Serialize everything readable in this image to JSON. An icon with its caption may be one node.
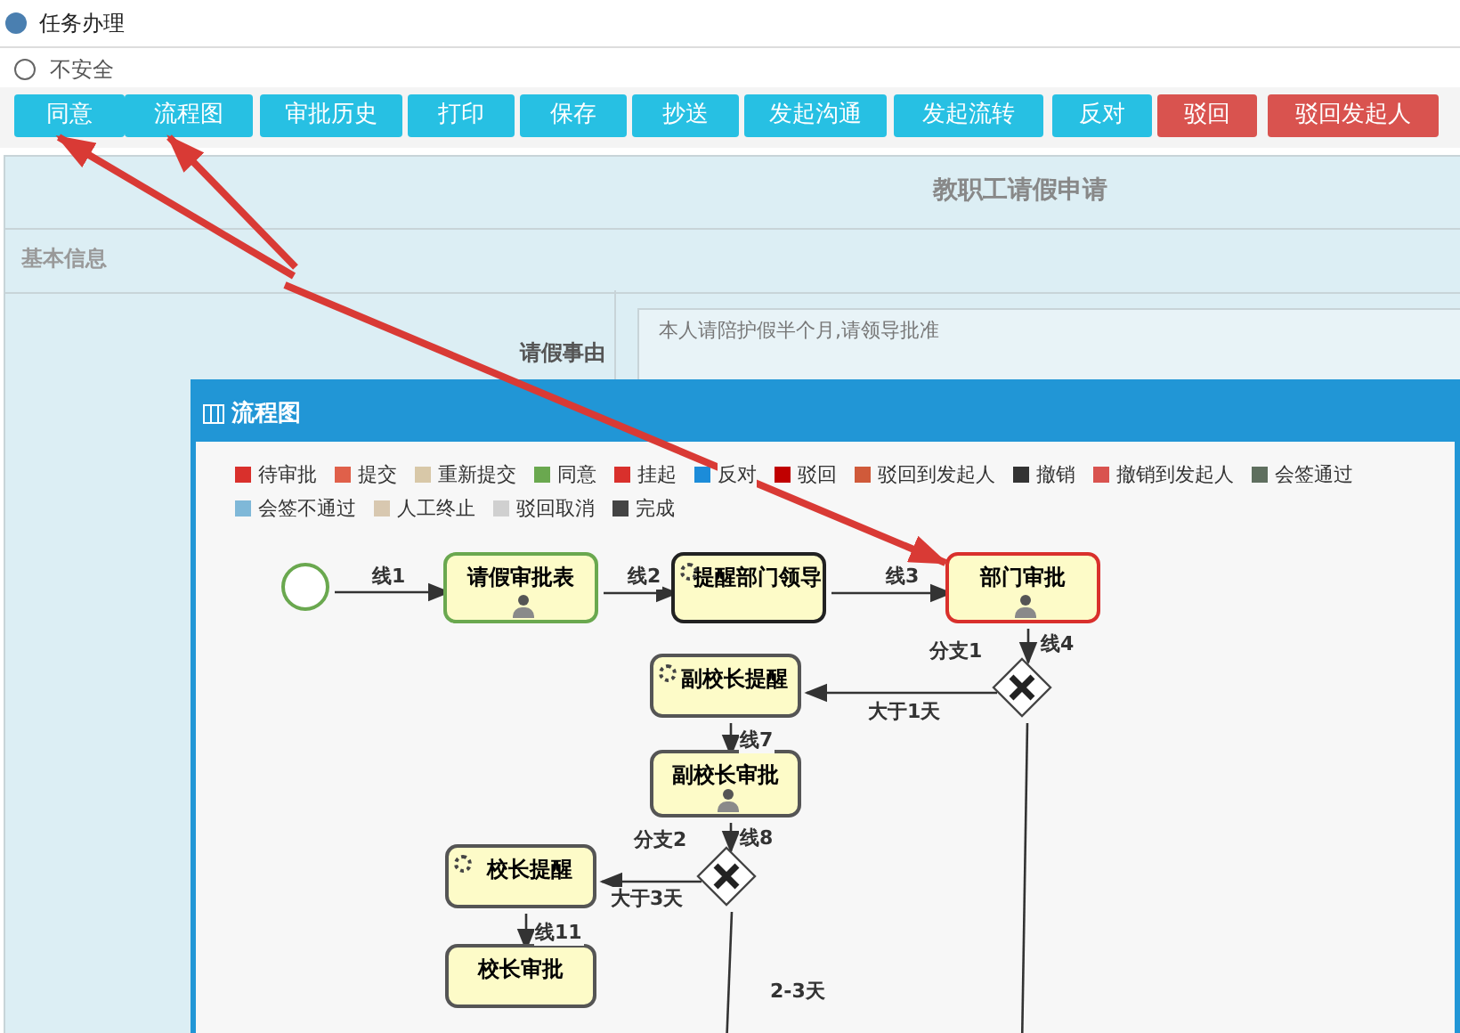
{
  "diagram": {
    "nodes": [
      {
        "text": [
          "同意"
        ]
      },
      {
        "text": [
          "流程图"
        ]
      },
      {
        "text": [
          "审批历史"
        ]
      },
      {
        "text": [
          "打印"
        ]
      },
      {
        "text": [
          "保存"
        ]
      },
      {
        "text": [
          "抄送"
        ]
      },
      {
        "text": [
          "发起沟通"
        ]
      },
      {
        "text": [
          "发起流转"
        ]
      },
      {
        "text": [
          "反对"
        ]
      },
      {
        "text": [
          "驳回"
        ]
      },
      {
        "text": [
          "驳回发起人"
        ]
      },
      {
        "text": [
          "流程图"
        ]
      },
      {
        "text": [],
        "shape": "circle",
        "in": 11
      },
      {
        "text": [
          "请假审批表"
        ],
        "in": 11
      },
      {
        "text": [
          "提醒部门领导"
        ],
        "in": 11
      },
      {
        "text": [
          "部门审批"
        ],
        "in": 11
      },
      {
        "text": [],
        "shape": "diamond",
        "beside": [
          "分支1"
        ],
        "in": 11
      },
      {
        "text": [
          "副校长提醒"
        ],
        "in": 11
      },
      {
        "text": [
          "副校长审批"
        ],
        "in": 11
      },
      {
        "text": [],
        "shape": "diamond",
        "beside": [
          "分支2"
        ],
        "in": 11
      },
      {
        "text": [
          "校长提醒"
        ],
        "in": 11
      },
      {
        "text": [
          "校长审批"
        ],
        "in": 11
      }
    ],
    "edges": [
      {
        "from": 12,
        "to": 13,
        "arrow": "to",
        "label": "线1"
      },
      {
        "from": 13,
        "to": 14,
        "arrow": "to",
        "label": "线2"
      },
      {
        "from": 14,
        "to": 15,
        "arrow": "to",
        "label": "线3"
      },
      {
        "from": 15,
        "to": 16,
        "arrow": "to",
        "label": "线4"
      },
      {
        "from": 16,
        "to": 17,
        "arrow": "to",
        "label": "大于1天"
      },
      {
        "from": 17,
        "to": 18,
        "arrow": "to",
        "label": "线7"
      },
      {
        "from": 18,
        "to": 19,
        "arrow": "to",
        "label": "线8"
      },
      {
        "from": 19,
        "to": 20,
        "arrow": "to",
        "label": "大于3天"
      },
      {
        "from": 20,
        "to": 21,
        "arrow": "to",
        "label": "线11"
      },
      {
        "from": 19,
        "to": null,
        "arrow": "none",
        "label": "2-3天"
      },
      {
        "from": 16,
        "to": null,
        "arrow": "none"
      },
      {
        "from": null,
        "to": 0,
        "arrow": "to",
        "style": "thick",
        "color": "#d93a35"
      },
      {
        "from": null,
        "to": 1,
        "arrow": "to",
        "style": "thick",
        "color": "#d93a35"
      },
      {
        "from": null,
        "to": 15,
        "arrow": "to",
        "style": "thick",
        "color": "#d93a35"
      }
    ],
    "labels": [
      "任务办理",
      "不安全",
      "教职工请假申请",
      "基本信息",
      "请假事由",
      "本人请陪护假半个月,请领导批准"
    ],
    "legend": [
      {
        "text": "待审批",
        "color": "#d9302c"
      },
      {
        "text": "提交",
        "color": "#e0604a"
      },
      {
        "text": "重新提交",
        "color": "#d8c8a8"
      },
      {
        "text": "同意",
        "color": "#6aa84f"
      },
      {
        "text": "挂起",
        "color": "#d9302c"
      },
      {
        "text": "反对",
        "color": "#1c8cd9"
      },
      {
        "text": "驳回",
        "color": "#c00000"
      },
      {
        "text": "驳回到发起人",
        "color": "#d05a3a"
      },
      {
        "text": "撤销",
        "color": "#333333"
      },
      {
        "text": "撤销到发起人",
        "color": "#d9534f"
      },
      {
        "text": "会签通过",
        "color": "#5f6f5f"
      },
      {
        "text": "会签不通过",
        "color": "#7fb8d8"
      },
      {
        "text": "人工终止",
        "color": "#d8c8b0"
      },
      {
        "text": "驳回取消",
        "color": "#d0d0d0"
      },
      {
        "text": "完成",
        "color": "#444444"
      }
    ]
  }
}
